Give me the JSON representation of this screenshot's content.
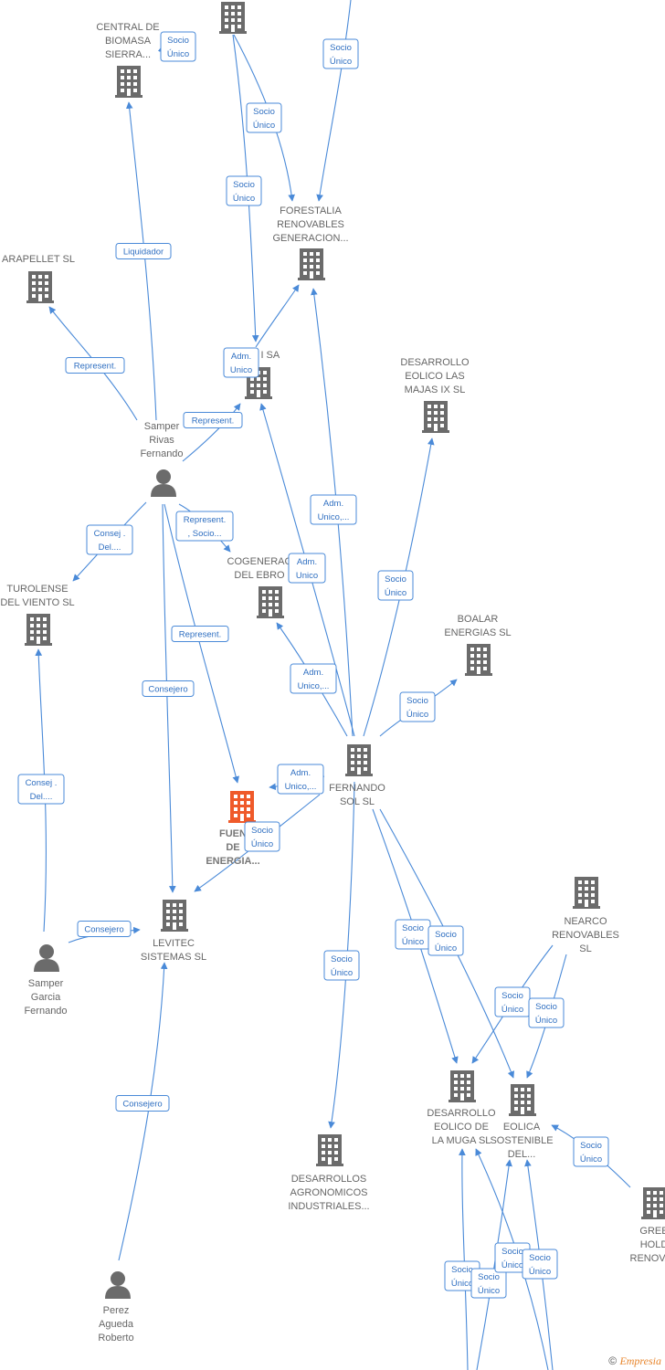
{
  "colors": {
    "edge": "#4a8ad8",
    "edge_text": "#2f6fc1",
    "company": "#6b6b6b",
    "main_company": "#ef5a2a",
    "person": "#6b6b6b"
  },
  "nodes": [
    {
      "id": "top",
      "type": "company",
      "lines": []
    },
    {
      "id": "central",
      "type": "company",
      "lines": [
        "CENTRAL DE",
        "BIOMASA",
        "SIERRA..."
      ]
    },
    {
      "id": "forestalia",
      "type": "company",
      "lines": [
        "FORESTALIA",
        "RENOVABLES",
        "GENERACION..."
      ]
    },
    {
      "id": "arapellet",
      "type": "company",
      "lines": [
        "ARAPELLET  SL"
      ]
    },
    {
      "id": "sol1",
      "type": "company",
      "lines": [
        "S     OL I SA"
      ]
    },
    {
      "id": "eolico_majas",
      "type": "company",
      "lines": [
        "DESARROLLO",
        "EOLICO LAS",
        "MAJAS IX  SL"
      ]
    },
    {
      "id": "samper_rivas",
      "type": "person",
      "lines": [
        "Samper",
        "Rivas",
        "Fernando"
      ]
    },
    {
      "id": "turolense",
      "type": "company",
      "lines": [
        "TUROLENSE",
        "DEL VIENTO SL"
      ]
    },
    {
      "id": "cogenerac",
      "type": "company",
      "lines": [
        "COGENERAC",
        "DEL EBRO"
      ]
    },
    {
      "id": "boalar",
      "type": "company",
      "lines": [
        "BOALAR",
        "ENERGIAS  SL"
      ]
    },
    {
      "id": "fernando_sol",
      "type": "company",
      "lines": [
        "FERNANDO",
        "SOL SL"
      ]
    },
    {
      "id": "fuentes",
      "type": "main",
      "lines": [
        "FUEN",
        "DE",
        "ENERGIA..."
      ]
    },
    {
      "id": "levitec",
      "type": "company",
      "lines": [
        "LEVITEC",
        "SISTEMAS  SL"
      ]
    },
    {
      "id": "samper_garcia",
      "type": "person",
      "lines": [
        "Samper",
        "Garcia",
        "Fernando"
      ]
    },
    {
      "id": "nearco",
      "type": "company",
      "lines": [
        "NEARCO",
        "RENOVABLES",
        "SL"
      ]
    },
    {
      "id": "muga",
      "type": "company",
      "lines": [
        "DESARROLLO",
        "EOLICO DE",
        "LA MUGA SL"
      ]
    },
    {
      "id": "eolica_sost",
      "type": "company",
      "lines": [
        "EOLICA",
        "SOSTENIBLE",
        "DEL..."
      ]
    },
    {
      "id": "agronomicos",
      "type": "company",
      "lines": [
        "DESARROLLOS",
        "AGRONOMICOS",
        "INDUSTRIALES..."
      ]
    },
    {
      "id": "green",
      "type": "company",
      "lines": [
        "GREE",
        "HOLD",
        "RENOVAB"
      ]
    },
    {
      "id": "perez",
      "type": "person",
      "lines": [
        "Perez",
        "Agueda",
        "Roberto"
      ]
    }
  ],
  "edges": [
    {
      "label": [
        "Socio",
        "Único"
      ]
    },
    {
      "label": [
        "Socio",
        "Único"
      ]
    },
    {
      "label": [
        "Socio",
        "Único"
      ]
    },
    {
      "label": [
        "Socio",
        "Único"
      ]
    },
    {
      "label": [
        "Liquidador"
      ]
    },
    {
      "label": [
        "Represent."
      ]
    },
    {
      "label": [
        "Adm.",
        "Unico"
      ]
    },
    {
      "label": [
        "Represent."
      ]
    },
    {
      "label": [
        "Consej .",
        "Del...."
      ]
    },
    {
      "label": [
        "Represent.",
        ", Socio..."
      ]
    },
    {
      "label": [
        "Represent."
      ]
    },
    {
      "label": [
        "Consejero"
      ]
    },
    {
      "label": [
        "Consej .",
        "Del...."
      ]
    },
    {
      "label": [
        "Consejero"
      ]
    },
    {
      "label": [
        "Consejero"
      ]
    },
    {
      "label": [
        "Adm.",
        "Unico,..."
      ]
    },
    {
      "label": [
        "Adm.",
        "Unico"
      ]
    },
    {
      "label": [
        "Socio",
        "Único"
      ]
    },
    {
      "label": [
        "Adm.",
        "Unico,..."
      ]
    },
    {
      "label": [
        "Socio",
        "Único"
      ]
    },
    {
      "label": [
        "Adm.",
        "Unico,..."
      ]
    },
    {
      "label": [
        "Socio",
        "Único"
      ]
    },
    {
      "label": [
        "Socio",
        "Único"
      ]
    },
    {
      "label": [
        "Socio",
        "Único"
      ]
    },
    {
      "label": [
        "Socio",
        "Único"
      ]
    },
    {
      "label": [
        "Socio",
        "Único"
      ]
    },
    {
      "label": [
        "Socio",
        "Único"
      ]
    },
    {
      "label": [
        "Socio",
        "Único"
      ]
    },
    {
      "label": [
        "Socio",
        "Único"
      ]
    },
    {
      "label": [
        "Socio",
        "Único"
      ]
    },
    {
      "label": [
        "Socio",
        "Único"
      ]
    },
    {
      "label": [
        "Socio",
        "Único"
      ]
    }
  ],
  "footer": {
    "copyright": "©",
    "brand": "Empresia"
  }
}
